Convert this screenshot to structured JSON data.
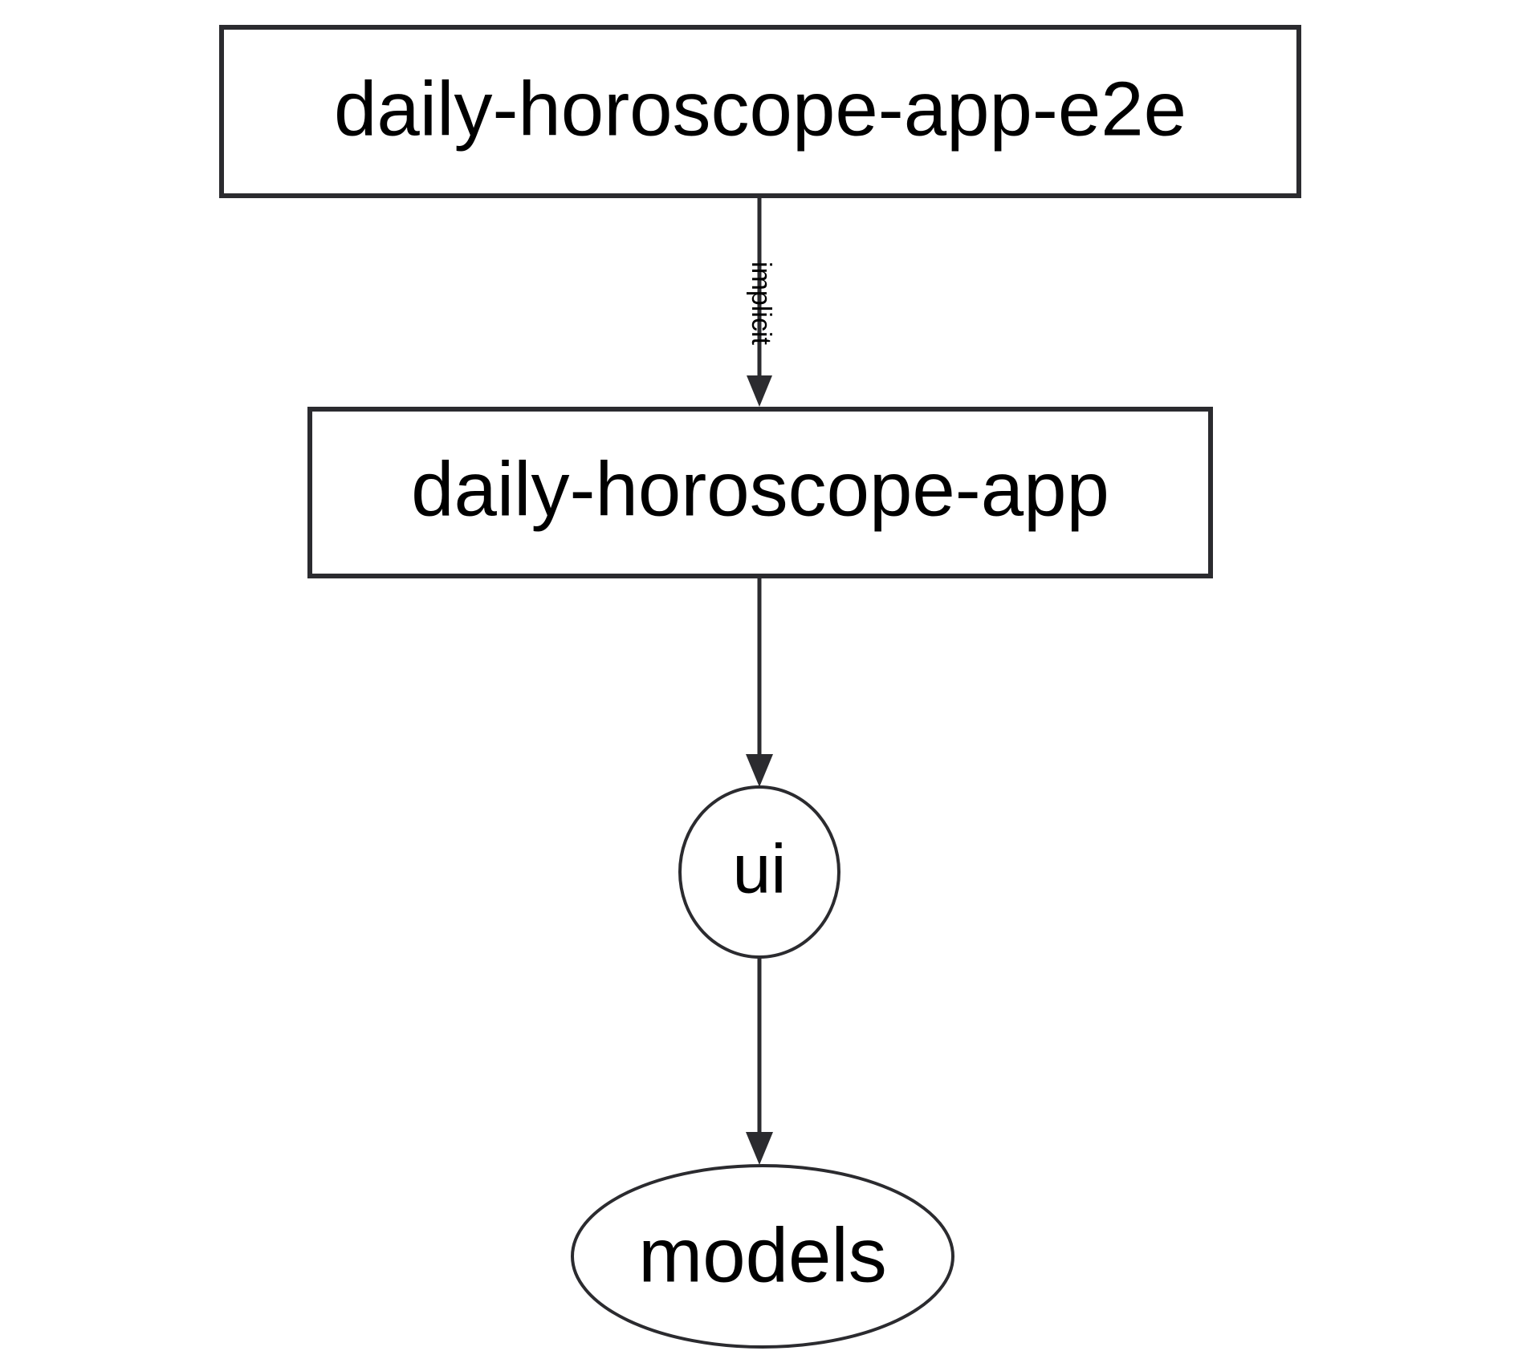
{
  "diagram": {
    "type": "dependency-graph",
    "orientation": "top-to-bottom",
    "background_color": "#ffffff",
    "stroke_color": "#2b2b2f",
    "text_color": "#000000",
    "nodes": [
      {
        "id": "daily-horoscope-app-e2e",
        "label": "daily-horoscope-app-e2e",
        "shape": "rectangle"
      },
      {
        "id": "daily-horoscope-app",
        "label": "daily-horoscope-app",
        "shape": "rectangle"
      },
      {
        "id": "ui",
        "label": "ui",
        "shape": "ellipse"
      },
      {
        "id": "models",
        "label": "models",
        "shape": "ellipse"
      }
    ],
    "edges": [
      {
        "from": "daily-horoscope-app-e2e",
        "to": "daily-horoscope-app",
        "label": "implicit",
        "label_rotation": "90",
        "arrow": "filled-triangle"
      },
      {
        "from": "daily-horoscope-app",
        "to": "ui",
        "label": "",
        "arrow": "filled-triangle"
      },
      {
        "from": "ui",
        "to": "models",
        "label": "",
        "arrow": "filled-triangle"
      }
    ]
  }
}
